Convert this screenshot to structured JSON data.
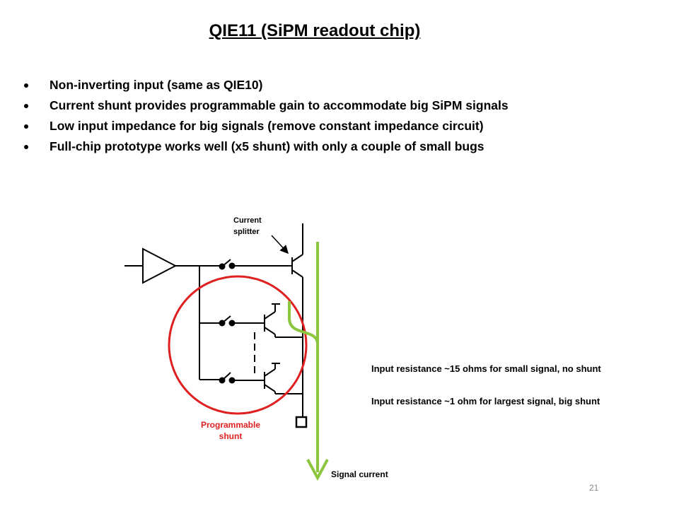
{
  "slide": {
    "title": "QIE11 (SiPM readout chip)",
    "bullets": [
      "Non-inverting input (same as QIE10)",
      "Current shunt provides programmable gain to accommodate big SiPM signals",
      "Low input impedance for big signals (remove constant impedance circuit)",
      "Full-chip prototype works well (x5 shunt) with only a couple of small bugs"
    ],
    "page_number": "21"
  },
  "diagram": {
    "current_splitter_label": [
      "Current",
      "splitter"
    ],
    "programmable_shunt_label": [
      "Programmable",
      "shunt"
    ],
    "signal_current_label": "Signal current",
    "notes": [
      "Input resistance ~15 ohms for small signal, no shunt",
      "Input resistance ~1 ohm for largest signal, big shunt"
    ],
    "colors": {
      "shunt_circle": "#e02020",
      "signal_arrow": "#8cc63f",
      "wire": "#000000"
    }
  }
}
